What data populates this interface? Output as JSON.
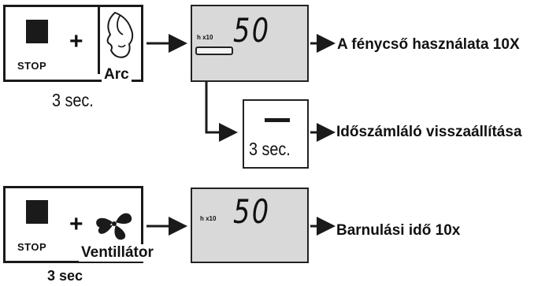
{
  "rows": {
    "top": {
      "stop_label": "STOP",
      "plus": "+",
      "button_label": "Arc",
      "button_icon": "face-icon",
      "hold_time": "3 sec.",
      "display_unit": "h x10",
      "display_value": "50",
      "result": "A fénycső használata 10X"
    },
    "reset": {
      "dash": "—",
      "hold_time": "3 sec.",
      "result": "Időszámláló visszaállítása"
    },
    "bottom": {
      "stop_label": "STOP",
      "plus": "+",
      "button_label": "Ventillátor",
      "button_icon": "fan-icon",
      "hold_time": "3 sec",
      "display_unit": "h x10",
      "display_value": "50",
      "result": "Barnulási idő 10x"
    }
  },
  "colors": {
    "line": "#1a1a1a",
    "display_bg": "#d9d9d9"
  }
}
